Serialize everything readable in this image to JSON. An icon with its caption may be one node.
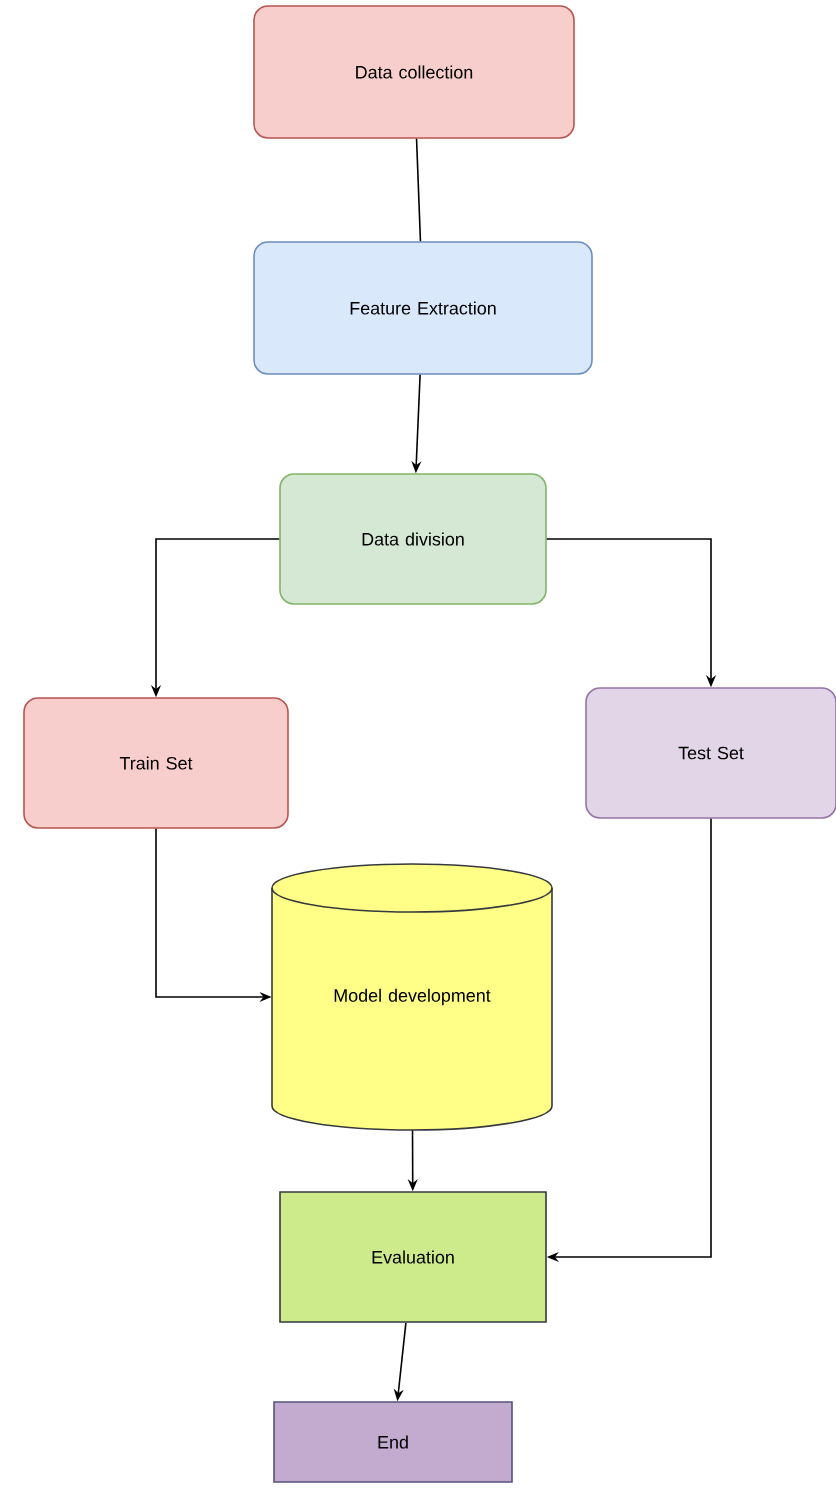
{
  "diagram": {
    "nodes": [
      {
        "text": [
          "Data collection"
        ]
      },
      {
        "text": [
          "Feature Extraction"
        ]
      },
      {
        "text": [
          "Data division"
        ]
      },
      {
        "text": [
          "Train Set"
        ]
      },
      {
        "text": [
          "Test Set"
        ]
      },
      {
        "text": [
          "Model development"
        ]
      },
      {
        "text": [
          "Evaluation"
        ]
      },
      {
        "text": [
          "End"
        ]
      }
    ],
    "edges": [
      {
        "from": 0,
        "to": 1,
        "arrow": "none"
      },
      {
        "from": 1,
        "to": 2,
        "arrow": "to"
      },
      {
        "from": 2,
        "to": 3,
        "arrow": "to"
      },
      {
        "from": 2,
        "to": 4,
        "arrow": "to"
      },
      {
        "from": 3,
        "to": 5,
        "arrow": "to"
      },
      {
        "from": 5,
        "to": 6,
        "arrow": "to"
      },
      {
        "from": 4,
        "to": 6,
        "arrow": "to"
      },
      {
        "from": 6,
        "to": 7,
        "arrow": "to"
      }
    ]
  }
}
